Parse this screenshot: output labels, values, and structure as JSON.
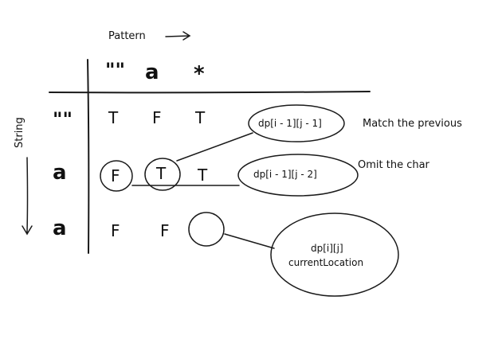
{
  "pattern_label": "Pattern",
  "string_label": "String",
  "columns": [
    "\"\"",
    "a",
    "*"
  ],
  "rows": [
    {
      "label": "\"\"",
      "cells": [
        "T",
        "F",
        "T"
      ]
    },
    {
      "label": "a",
      "cells": [
        "F",
        "T",
        "T"
      ]
    },
    {
      "label": "a",
      "cells": [
        "F",
        "F",
        ""
      ]
    }
  ],
  "callouts": {
    "top_formula": "dp[i - 1][j - 1]",
    "top_note": "Match the previous",
    "mid_formula": "dp[i - 1][j - 2]",
    "mid_note": "Omit the char",
    "bottom_formula": "dp[i][j]",
    "bottom_note": "currentLocation"
  }
}
